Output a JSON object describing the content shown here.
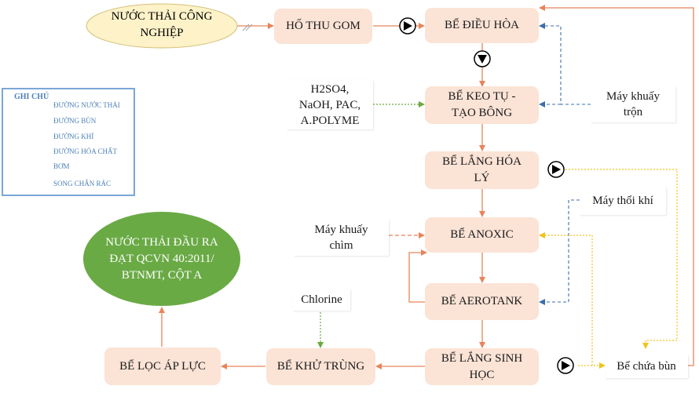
{
  "nodes": {
    "nuoc_thai_cong_nghiep": "NƯỚC THẢI CÔNG\nNGHIỆP",
    "ho_thu_gom": "HỐ THU GOM",
    "be_dieu_hoa": "BỂ ĐIỀU HÒA",
    "be_keo_tu": "BỂ KEO TỤ -\nTẠO BÔNG",
    "be_lang_hoa_ly": "BỂ LẮNG HÓA\nLÝ",
    "be_anoxic": "BỂ ANOXIC",
    "be_aerotank": "BỂ AEROTANK",
    "be_lang_sinh_hoc": "BỂ LẮNG SINH\nHỌC",
    "be_khu_trung": "BỂ KHỬ TRÙNG",
    "be_loc_ap_luc": "BỂ LỌC ÁP LỰC",
    "nuoc_thai_dau_ra": "NƯỚC THẢI ĐẦU RA\nĐẠT QCVN 40:2011/\nBTNMT, CỘT A",
    "hoa_chat": "H2SO4,\nNaOH, PAC,\nA.POLYME",
    "may_khuay_tron": "Máy khuấy\ntrộn",
    "may_thoi_khi": "Máy thổi khí",
    "may_khuay_chim": "Máy khuấy\nchìm",
    "chlorine": "Chlorine",
    "be_chua_bun": "Bể chứa bùn"
  },
  "legend": {
    "title": "GHI CHÚ",
    "items": [
      "ĐƯỜNG NƯỚC THẢI",
      "ĐƯỜNG BÙN",
      "ĐƯỜNG KHÍ",
      "ĐƯỜNG HÓA CHẤT",
      "BƠM",
      "SONG CHẮN RÁC"
    ]
  },
  "colors": {
    "water": "#e8845a",
    "sludge": "#f2c21b",
    "air": "#3c6fa8",
    "chemical": "#6aab3f",
    "process_box": "#fbe3d6",
    "input_ellipse": "#fdf2c8",
    "output_ellipse": "#6aaa45"
  }
}
